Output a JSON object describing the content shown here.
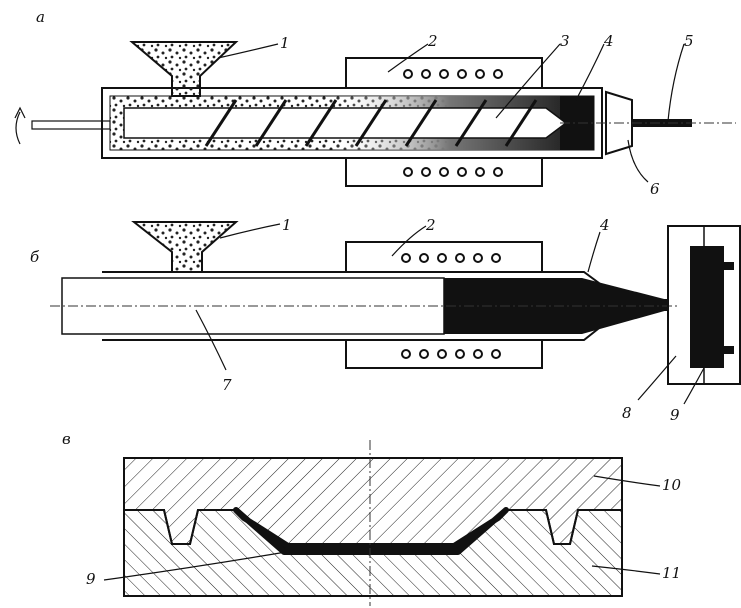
{
  "figure": {
    "panels": [
      {
        "id": "a",
        "label": "а"
      },
      {
        "id": "b",
        "label": "б"
      },
      {
        "id": "v",
        "label": "в"
      }
    ],
    "callouts": {
      "a": [
        "1",
        "2",
        "3",
        "4",
        "5",
        "6"
      ],
      "b": [
        "1",
        "2",
        "4",
        "7",
        "8",
        "9"
      ],
      "v": [
        "10",
        "11",
        "9"
      ]
    },
    "colors": {
      "ink": "#111111",
      "melt": "#111111",
      "background": "#ffffff"
    }
  }
}
